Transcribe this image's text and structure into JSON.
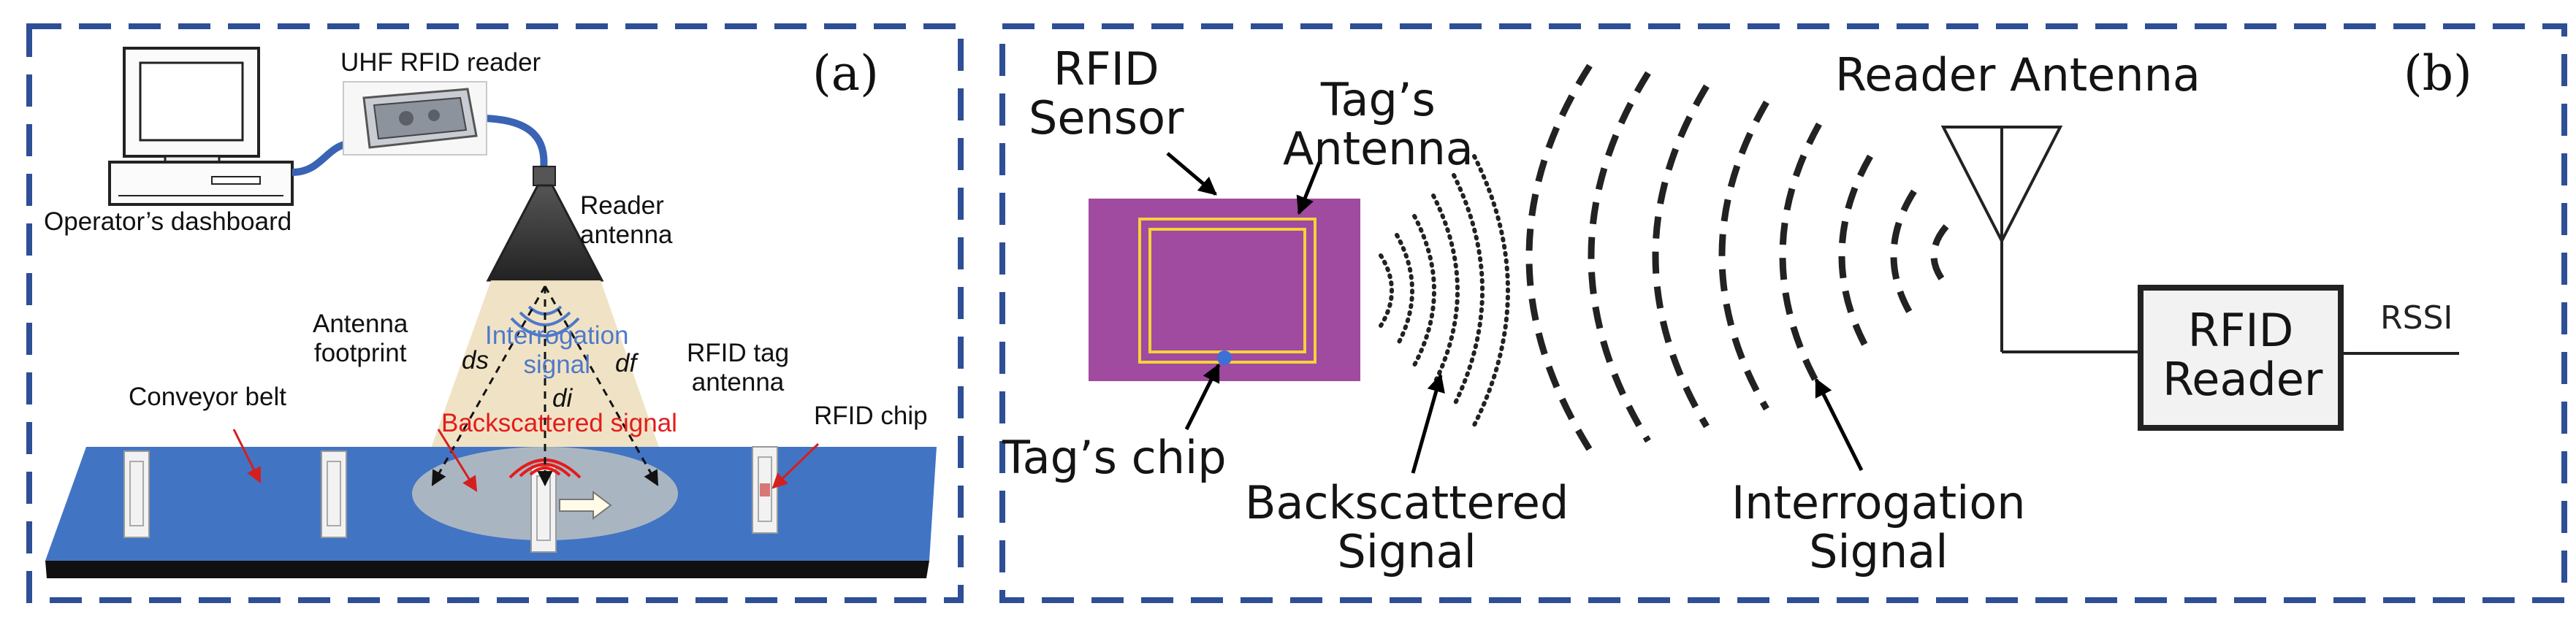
{
  "panel_a": {
    "letter": "(a)",
    "reader_label": "UHF RFID reader",
    "dashboard_label": "Operator’s dashboard",
    "antenna_label": [
      "Reader",
      "antenna"
    ],
    "footprint_label": [
      "Antenna",
      "footprint"
    ],
    "interrogation_label": [
      "Interrogation",
      "signal"
    ],
    "ds": "ds",
    "di": "di",
    "df": "df",
    "backscattered_label": "Backscattered signal",
    "tag_antenna_label": [
      "RFID tag",
      "antenna"
    ],
    "chip_label": "RFID chip",
    "conveyor_label": "Conveyor belt",
    "colors": {
      "border": "#2e4f96",
      "belt": "#4274c4",
      "beam": "#efe2c2",
      "interrogation": "#4f79c9",
      "backscatter": "#e41b1b",
      "pointer": "#d41f1f"
    }
  },
  "panel_b": {
    "letter": "(b)",
    "sensor_label": [
      "RFID",
      "Sensor"
    ],
    "tag_antenna_label": [
      "Tag’s",
      "Antenna"
    ],
    "chip_label": "Tag’s chip",
    "backscattered_label": [
      "Backscattered",
      "Signal"
    ],
    "interrogation_label": [
      "Interrogation",
      "Signal"
    ],
    "reader_antenna_label": "Reader Antenna",
    "reader_box_label": [
      "RFID",
      "Reader"
    ],
    "rssi_label": "RSSI",
    "colors": {
      "tag_fill": "#a04aa0",
      "tag_coil": "#f4d23a",
      "chip": "#3d6fd6",
      "reader_box": "#f2f2f2"
    }
  }
}
